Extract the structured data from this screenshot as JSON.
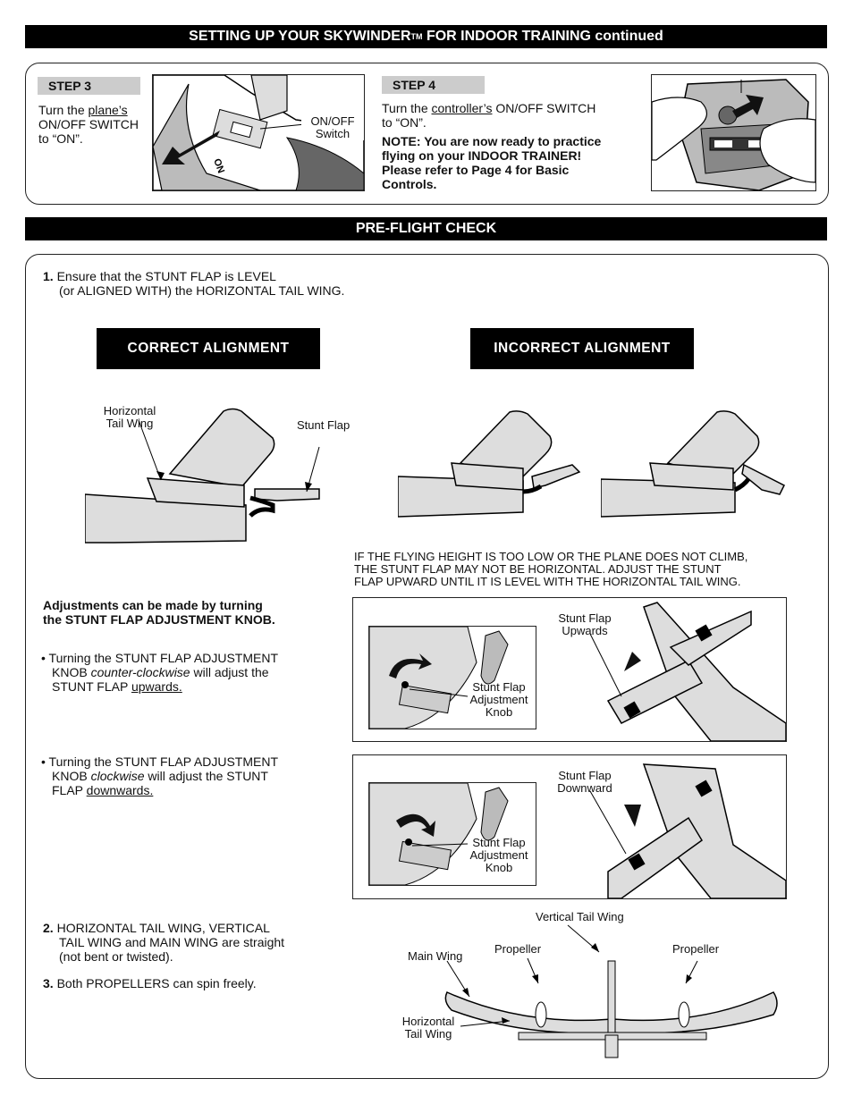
{
  "header": {
    "title_pre": "SETTING UP YOUR SKYWINDER",
    "tm": "TM",
    "title_post": " FOR INDOOR TRAINING continued"
  },
  "step3": {
    "tag": "STEP 3",
    "text_a": "Turn the ",
    "text_link": "plane’s",
    "text_b": "ON/OFF SWITCH",
    "text_c": "to “ON”.",
    "callout_1": "ON/OFF",
    "callout_2": "Switch",
    "on_mark": "ON"
  },
  "step4": {
    "tag": "STEP 4",
    "text_a": "Turn the ",
    "text_link": "controller’s",
    "text_b": " ON/OFF SWITCH",
    "text_c": "to “ON”.",
    "note_1": "NOTE: You are now ready to practice",
    "note_2": "flying on your INDOOR TRAINER!",
    "note_3": "Please refer to Page 4 for Basic",
    "note_4": "Controls."
  },
  "preflight": {
    "title": "PRE-FLIGHT CHECK",
    "item1_num": "1.",
    "item1_a": " Ensure that the STUNT FLAP is LEVEL",
    "item1_b": "(or ALIGNED WITH) the HORIZONTAL TAIL WING.",
    "correct": "CORRECT ALIGNMENT",
    "incorrect": "INCORRECT ALIGNMENT",
    "htw_1": "Horizontal",
    "htw_2": "Tail Wing",
    "stunt_flap": "Stunt Flap",
    "warn_1": "IF THE FLYING HEIGHT IS TOO LOW OR THE PLANE DOES NOT CLIMB,",
    "warn_2": "THE STUNT FLAP MAY NOT BE HORIZONTAL. ADJUST THE STUNT",
    "warn_3": "FLAP UPWARD UNTIL IT IS LEVEL WITH THE HORIZONTAL TAIL WING.",
    "adj_1": "Adjustments can be made by turning",
    "adj_2": "the STUNT FLAP ADJUSTMENT KNOB.",
    "ccw_1": "• Turning the STUNT FLAP ADJUSTMENT",
    "ccw_2a": "KNOB ",
    "ccw_2b": "counter-clockwise",
    "ccw_2c": " will adjust the",
    "ccw_3a": "STUNT FLAP ",
    "ccw_3b": "upwards.",
    "cw_1": "• Turning the STUNT FLAP ADJUSTMENT",
    "cw_2a": "KNOB ",
    "cw_2b": "clockwise",
    "cw_2c": " will adjust the STUNT",
    "cw_3a": "FLAP ",
    "cw_3b": "downwards.",
    "up_1": "Stunt Flap",
    "up_2": "Upwards",
    "down_1": "Stunt Flap",
    "down_2": "Downward",
    "knob_1": "Stunt Flap",
    "knob_2": "Adjustment",
    "knob_3": "Knob",
    "item2_num": "2.",
    "item2_a": " HORIZONTAL TAIL WING, VERTICAL",
    "item2_b": "TAIL WING and MAIN WING are straight",
    "item2_c": "(not bent or twisted).",
    "item3_num": "3.",
    "item3_a": " Both PROPELLERS can spin freely.",
    "vtw": "Vertical Tail Wing",
    "main_wing": "Main Wing",
    "propeller_l": "Propeller",
    "propeller_r": "Propeller",
    "htw2_1": "Horizontal",
    "htw2_2": "Tail Wing"
  }
}
